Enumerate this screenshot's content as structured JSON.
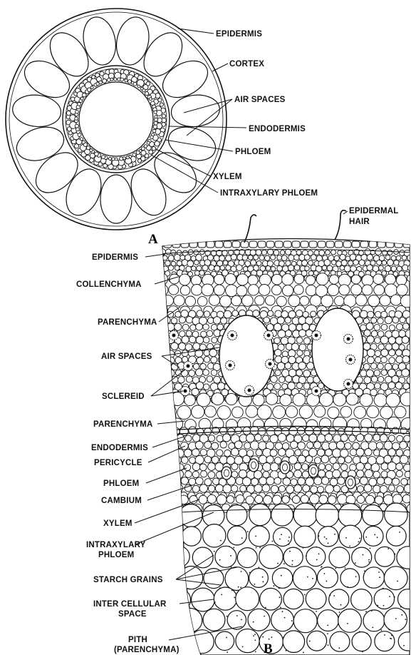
{
  "panel_a": {
    "letter": "A",
    "labels": {
      "epidermis": "EPIDERMIS",
      "cortex": "CORTEX",
      "air_spaces": "AIR SPACES",
      "endodermis": "ENDODERMIS",
      "phloem": "PHLOEM",
      "xylem": "XYLEM",
      "intraxylary_phloem": "INTRAXYLARY PHLOEM"
    }
  },
  "panel_b": {
    "letter": "B",
    "labels": {
      "epidermal_hair_1": "EPIDERMAL",
      "epidermal_hair_2": "HAIR",
      "epidermis": "EPIDERMIS",
      "collenchyma": "COLLENCHYMA",
      "parenchyma_upper": "PARENCHYMA",
      "air_spaces": "AIR SPACES",
      "sclereid": "SCLEREID",
      "parenchyma_lower": "PARENCHYMA",
      "endodermis": "ENDODERMIS",
      "pericycle": "PERICYCLE",
      "phloem": "PHLOEM",
      "cambium": "CAMBIUM",
      "xylem": "XYLEM",
      "intraxylary_phloem_1": "INTRAXYLARY",
      "intraxylary_phloem_2": "PHLOEM",
      "starch_grains": "STARCH GRAINS",
      "intercellular_space_1": "INTER CELLULAR",
      "intercellular_space_2": "SPACE",
      "pith_1": "PITH",
      "pith_2": "(PARENCHYMA)"
    }
  }
}
